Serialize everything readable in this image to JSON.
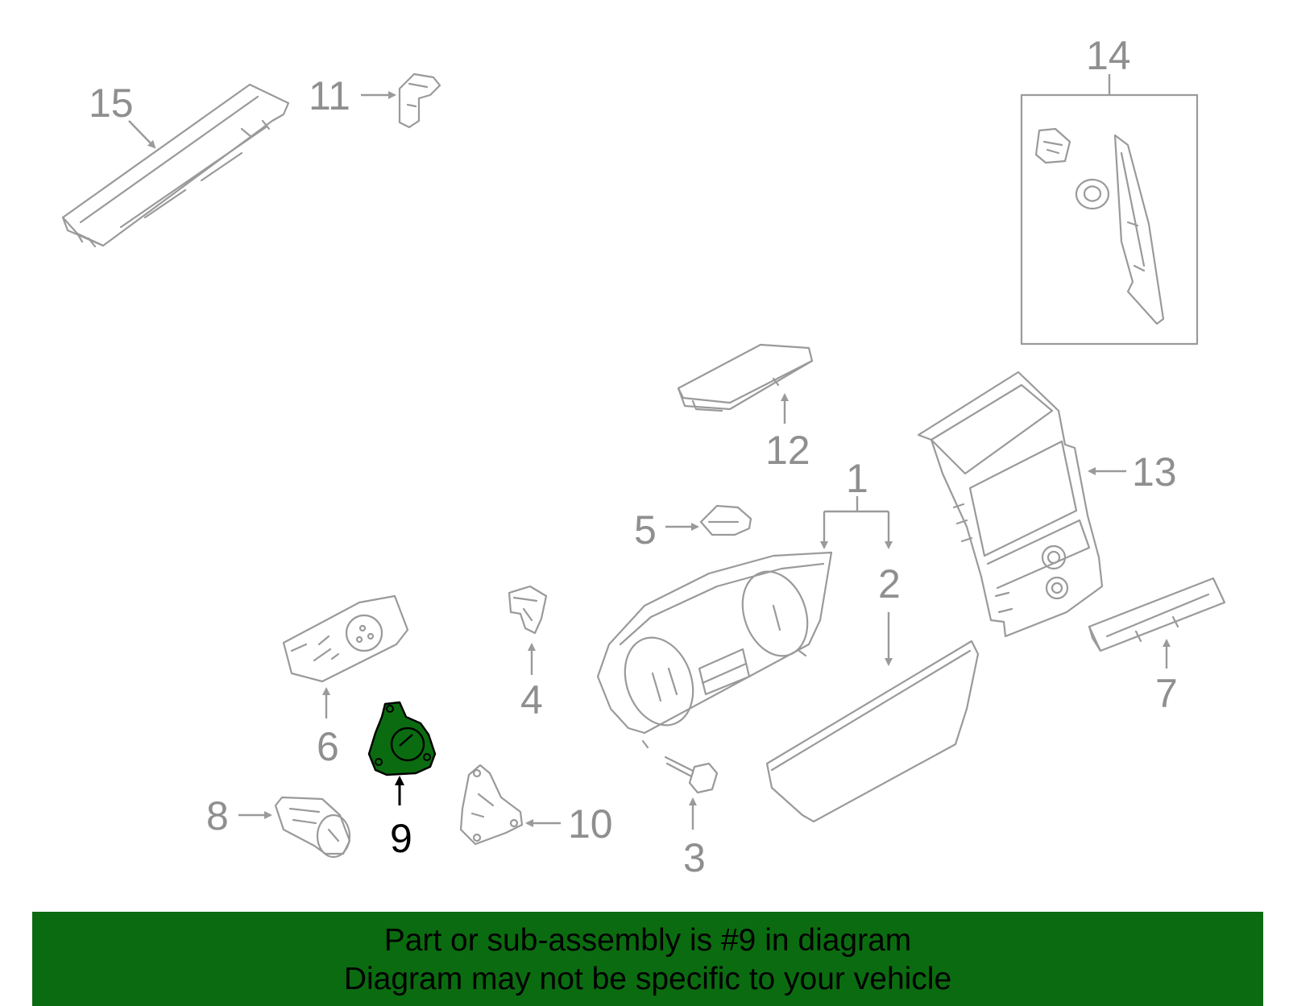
{
  "colors": {
    "line_gray": "#9a9a9a",
    "highlight_part": "#0b6b10",
    "banner_bg": "#0b6b10",
    "text_black": "#000000"
  },
  "callouts": {
    "c1": "1",
    "c2": "2",
    "c3": "3",
    "c4": "4",
    "c5": "5",
    "c6": "6",
    "c7": "7",
    "c8": "8",
    "c9": "9",
    "c10": "10",
    "c11": "11",
    "c12": "12",
    "c13": "13",
    "c14": "14",
    "c15": "15"
  },
  "highlighted_part": "9",
  "banner": {
    "line1": "Part or sub-assembly is #9 in diagram",
    "line2": "Diagram may not be specific to your vehicle"
  }
}
